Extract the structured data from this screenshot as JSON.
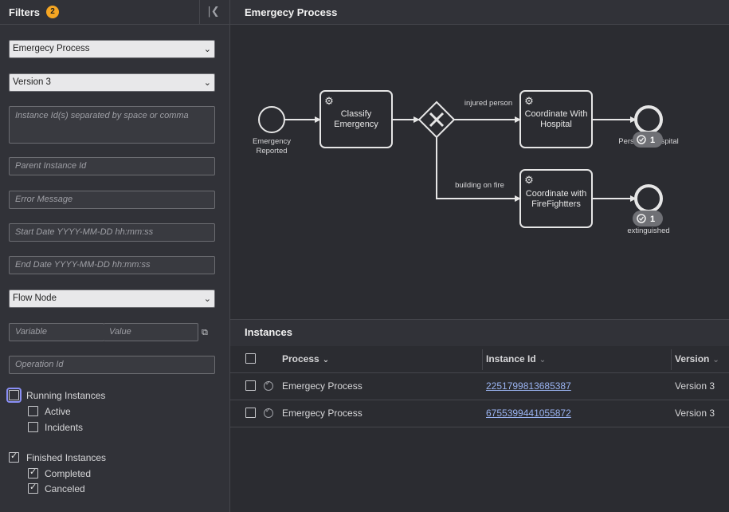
{
  "filters": {
    "title": "Filters",
    "count": "2",
    "process_select": "Emergecy Process",
    "version_select": "Version 3",
    "instance_ids_placeholder": "Instance Id(s) separated by space or comma",
    "parent_instance_placeholder": "Parent Instance Id",
    "error_message_placeholder": "Error Message",
    "start_date_placeholder": "Start Date YYYY-MM-DD hh:mm:ss",
    "end_date_placeholder": "End Date YYYY-MM-DD hh:mm:ss",
    "flow_node_select": "Flow Node",
    "variable_placeholder": "Variable",
    "value_placeholder": "Value",
    "operation_id_placeholder": "Operation Id",
    "running_instances": {
      "label": "Running Instances",
      "checked": false
    },
    "active": {
      "label": "Active",
      "checked": false
    },
    "incidents": {
      "label": "Incidents",
      "checked": false
    },
    "finished_instances": {
      "label": "Finished Instances",
      "checked": true
    },
    "completed": {
      "label": "Completed",
      "checked": true
    },
    "canceled": {
      "label": "Canceled",
      "checked": true
    }
  },
  "diagram": {
    "title": "Emergecy Process",
    "start_event_label_1": "Emergency",
    "start_event_label_2": "Reported",
    "task_classify_1": "Classify",
    "task_classify_2": "Emergency",
    "gateway_flow_1": "injured person",
    "gateway_flow_2": "building on fire",
    "task_hospital_1": "Coordinate With",
    "task_hospital_2": "Hospital",
    "task_fire_1": "Coordinate with",
    "task_fire_2": "FireFightters",
    "end_event_1_label": "Person in hospital",
    "end_event_2_label": "extinguished",
    "end_event_1_count": "1",
    "end_event_2_count": "1"
  },
  "instances": {
    "title": "Instances",
    "columns": {
      "process": "Process",
      "instance_id": "Instance Id",
      "version": "Version"
    },
    "rows": [
      {
        "process": "Emergecy Process",
        "instance_id": "2251799813685387",
        "version": "Version 3"
      },
      {
        "process": "Emergecy Process",
        "instance_id": "6755399441055872",
        "version": "Version 3"
      }
    ]
  }
}
